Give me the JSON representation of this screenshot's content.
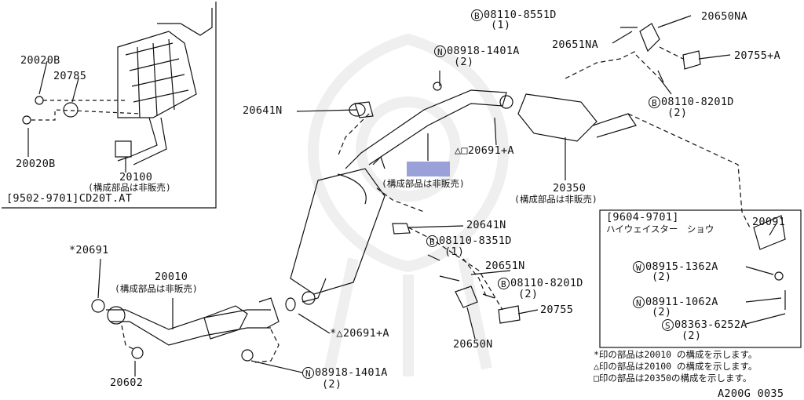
{
  "diagram": {
    "footer_code": "A200G 0035",
    "inset_top_left": {
      "range_label": "[9502-9701]CD20T.AT",
      "labels": {
        "p20020B_top": "20020B",
        "p20785": "20785",
        "p20020B_bottom": "20020B",
        "p20100": "20100",
        "p20100_note": "(構成部品は非販売)"
      }
    },
    "main": {
      "p08110_8551D": "08110-8551D",
      "p08110_8551D_qty": "(1)",
      "p20650NA": "20650NA",
      "p20651NA": "20651NA",
      "p20755A_top": "20755+A",
      "p08918_1401A_top": "08918-1401A",
      "p08918_1401A_top_qty": "(2)",
      "p08110_8201D_top": "08110-8201D",
      "p08110_8201D_top_qty": "(2)",
      "p20641N_top": "20641N",
      "p20691A_top": "△□20691+A",
      "center_note": "(構成部品は非販売)",
      "p20350": "20350",
      "p20350_note": "(構成部品は非販売)",
      "p20641N_mid": "20641N",
      "p08110_8351D": "08110-8351D",
      "p08110_8351D_qty": "(1)",
      "p20651N": "20651N",
      "p08110_8201D_mid": "08110-8201D",
      "p08110_8201D_mid_qty": "(2)",
      "p20755": "20755",
      "p20650N": "20650N",
      "p20691_star": "*20691",
      "p20010": "20010",
      "p20010_note": "(構成部品は非販売)",
      "p20691A_bottom": "*△20691+A",
      "p20602": "20602",
      "p08918_1401A_bottom": "08918-1401A",
      "p08918_1401A_bottom_qty": "(2)"
    },
    "inset_right": {
      "range_label": "[9604-9701]",
      "model_label": "ハイウェイスター　ショウ",
      "p20091": "20091",
      "p08915_1362A": "08915-1362A",
      "p08915_1362A_qty": "(2)",
      "p08911_1062A": "08911-1062A",
      "p08911_1062A_qty": "(2)",
      "p08363_6252A": "08363-6252A",
      "p08363_6252A_qty": "(2)"
    },
    "circle_letters": {
      "B": "B",
      "N": "N",
      "W": "W",
      "S": "S"
    },
    "notes": [
      "*印の部品は20010 の構成を示します。",
      "△印の部品は20100 の構成を示します。",
      "□印の部品は20350の構成を示します。"
    ]
  }
}
